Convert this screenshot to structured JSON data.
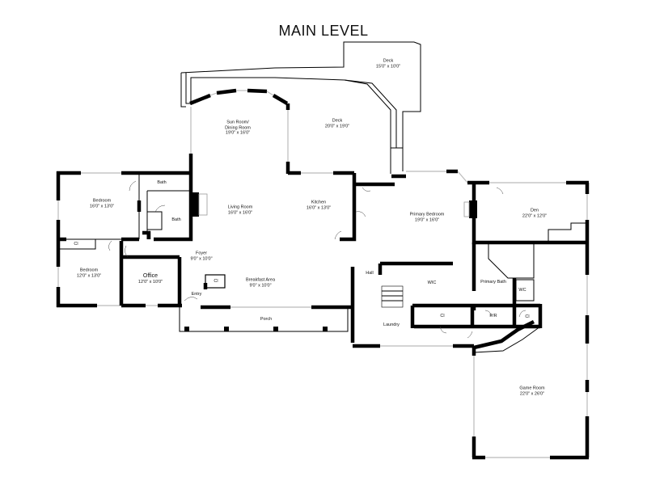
{
  "title": "MAIN LEVEL",
  "rooms": [
    {
      "key": "deck_top",
      "name": "Deck",
      "dims": "15'0\" x 10'0\""
    },
    {
      "key": "deck",
      "name": "Deck",
      "dims": "20'0\" x 19'0\""
    },
    {
      "key": "sunroom",
      "name": "Sun Room/\nDining Room",
      "dims": "19'0\" x 16'0\""
    },
    {
      "key": "bath1",
      "name": "Bath",
      "dims": ""
    },
    {
      "key": "bath2",
      "name": "Bath",
      "dims": ""
    },
    {
      "key": "bedroom1",
      "name": "Bedroom",
      "dims": "16'0\" x 13'0\""
    },
    {
      "key": "living",
      "name": "Living Room",
      "dims": "16'0\" x 16'0\""
    },
    {
      "key": "kitchen",
      "name": "Kitchen",
      "dims": "16'0\" x 13'0\""
    },
    {
      "key": "primary_bedroom",
      "name": "Primary Bedroom",
      "dims": "19'0\" x 16'0\""
    },
    {
      "key": "den",
      "name": "Den",
      "dims": "22'0\" x 12'0\""
    },
    {
      "key": "cl1",
      "name": "Cl",
      "dims": ""
    },
    {
      "key": "bedroom2",
      "name": "Bedroom",
      "dims": "12'0\" x 13'0\""
    },
    {
      "key": "office",
      "name": "Office",
      "dims": "12'0\" x 10'0\""
    },
    {
      "key": "foyer",
      "name": "Foyer",
      "dims": "9'0\" x 10'0\""
    },
    {
      "key": "cl2",
      "name": "Cl",
      "dims": ""
    },
    {
      "key": "breakfast",
      "name": "Breakfast Area",
      "dims": "9'0\" x 10'0\""
    },
    {
      "key": "entry",
      "name": "Entry",
      "dims": ""
    },
    {
      "key": "hall",
      "name": "Hall",
      "dims": ""
    },
    {
      "key": "wic",
      "name": "WIC",
      "dims": ""
    },
    {
      "key": "primary_bath",
      "name": "Primary Bath",
      "dims": ""
    },
    {
      "key": "wc",
      "name": "WC",
      "dims": ""
    },
    {
      "key": "cl3",
      "name": "Cl",
      "dims": ""
    },
    {
      "key": "pr",
      "name": "P/R",
      "dims": ""
    },
    {
      "key": "cl4",
      "name": "Cl",
      "dims": ""
    },
    {
      "key": "porch",
      "name": "Porch",
      "dims": ""
    },
    {
      "key": "laundry",
      "name": "Laundry",
      "dims": ""
    },
    {
      "key": "game_room",
      "name": "Game Room",
      "dims": "22'0\" x 26'0\""
    }
  ]
}
